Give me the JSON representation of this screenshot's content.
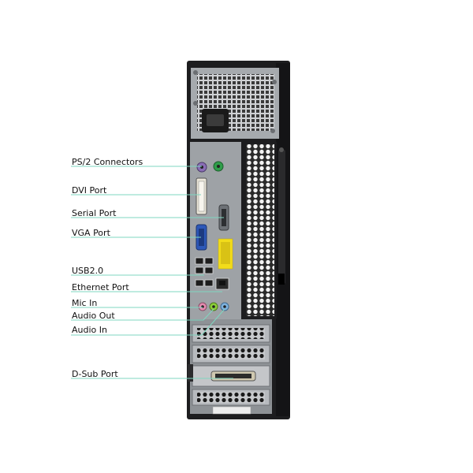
{
  "colors": {
    "leader_line": "#7fd7c0",
    "case_black": "#1d1d1f",
    "panel_gray": "#9ea2a6",
    "label_yellow": "#f2dc1a",
    "port_ps2_purple": "#8a6db5",
    "port_ps2_green": "#2f9e4a",
    "port_vga_blue": "#2d58b8",
    "jack_mic_pink": "#e58bb0",
    "jack_out_lime": "#8ccf3a",
    "jack_in_blue": "#7fb3df"
  },
  "callouts": [
    {
      "id": "ps2",
      "label": "PS/2 Connectors"
    },
    {
      "id": "dvi",
      "label": "DVI Port"
    },
    {
      "id": "serial",
      "label": "Serial Port"
    },
    {
      "id": "vga",
      "label": "VGA Port"
    },
    {
      "id": "usb",
      "label": "USB2.0"
    },
    {
      "id": "ethernet",
      "label": "Ethernet Port"
    },
    {
      "id": "mic",
      "label": "Mic In"
    },
    {
      "id": "audio-out",
      "label": "Audio Out"
    },
    {
      "id": "audio-in",
      "label": "Audio In"
    },
    {
      "id": "dsub",
      "label": "D-Sub Port"
    }
  ]
}
